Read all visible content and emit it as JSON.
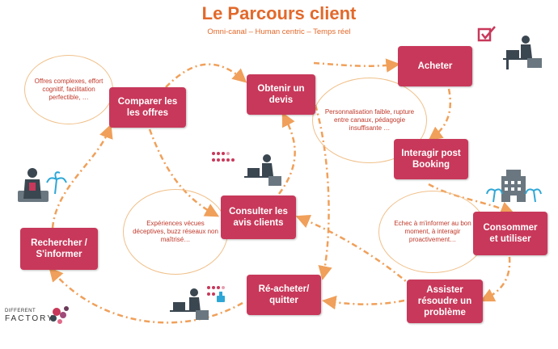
{
  "header": {
    "title": "Le Parcours client",
    "subtitle": "Omni-canal – Human centric – Temps réel"
  },
  "steps": {
    "comparer": "Comparer les les offres",
    "devis": "Obtenir un devis",
    "acheter": "Acheter",
    "interagir": "Interagir post Booking",
    "rechercher": "Rechercher / S'informer",
    "consulter": "Consulter les avis clients",
    "consommer": "Consommer et utiliser",
    "reacheter": "Ré-acheter/ quitter",
    "assister": "Assister résoudre un problème"
  },
  "bubbles": {
    "offres": "Offres complexes, effort cognitif, facilitation perfectible, …",
    "personnalisation": "Personnalisation faible, rupture entre canaux, pédagogie insuffisante …",
    "experiences": "Expériences vécues déceptives, buzz réseaux non maîtrisé…",
    "echec": "Echec à m'informer au bon moment, à interagir proactivement…"
  },
  "logo": {
    "line1": "DIFFERENT",
    "line2": "FACTORY"
  },
  "colors": {
    "box": "#c8385a",
    "arrow": "#f0a05a",
    "title": "#e2692b",
    "bubble_text": "#c0392b"
  }
}
